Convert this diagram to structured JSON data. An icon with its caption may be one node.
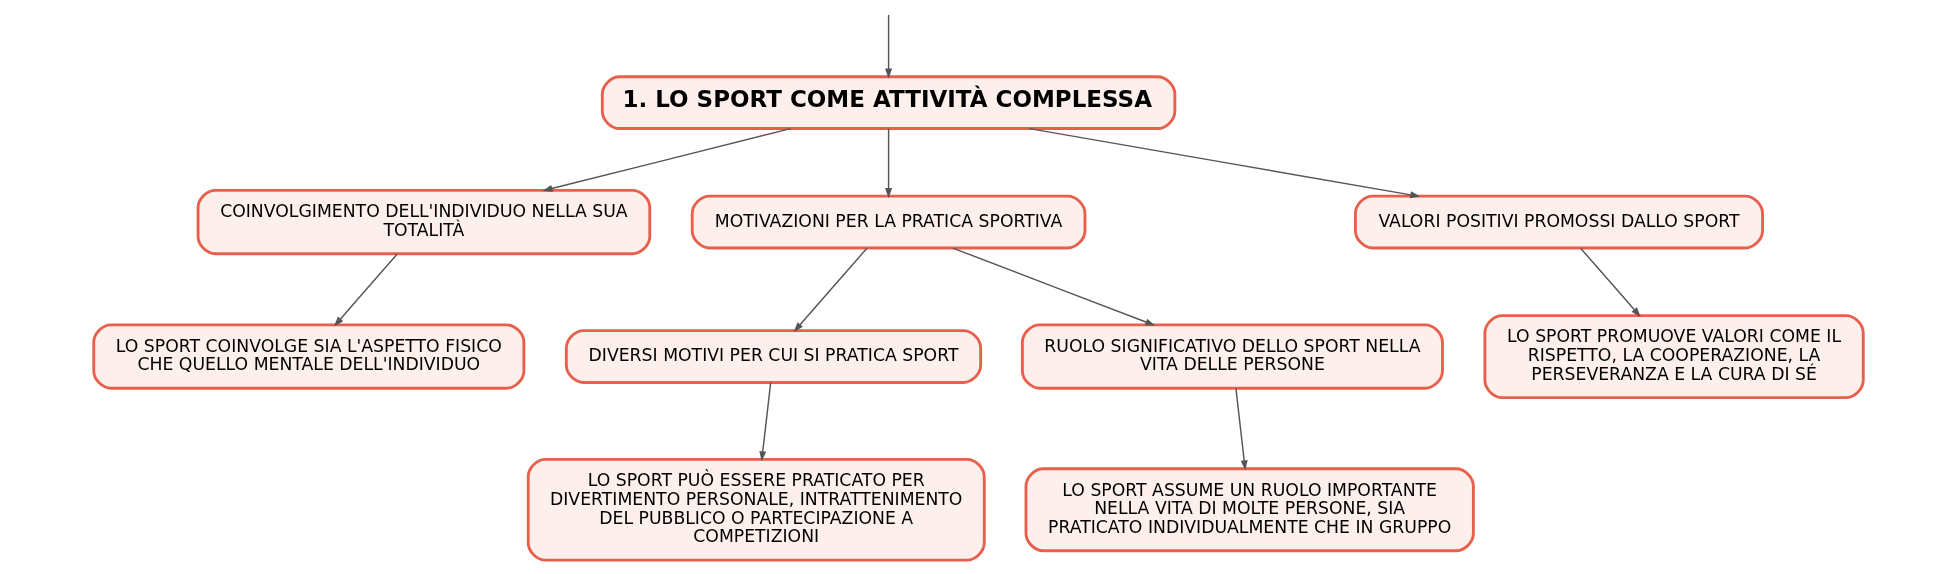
{
  "diagram": {
    "nodes": [
      {
        "text": [
          "1. LO SPORT COME ATTIVITÀ COMPLESSA"
        ]
      },
      {
        "text": [
          "COINVOLGIMENTO DELL'INDIVIDUO NELLA SUA TOTALITÀ"
        ]
      },
      {
        "text": [
          "LO SPORT COINVOLGE SIA L'ASPETTO FISICO CHE QUELLO MENTALE DELL'INDIVIDUO"
        ]
      },
      {
        "text": [
          "MOTIVAZIONI PER LA PRATICA SPORTIVA"
        ]
      },
      {
        "text": [
          "DIVERSI MOTIVI PER CUI SI PRATICA SPORT"
        ]
      },
      {
        "text": [
          "LO SPORT PUÒ ESSERE PRATICATO PER DIVERTIMENTO PERSONALE, INTRATTENIMENTO DEL PUBBLICO O PARTECIPAZIONE A COMPETIZIONI"
        ]
      },
      {
        "text": [
          "RUOLO SIGNIFICATIVO DELLO SPORT NELLA VITA DELLE PERSONE"
        ]
      },
      {
        "text": [
          "LO SPORT ASSUME UN RUOLO IMPORTANTE NELLA VITA DI MOLTE PERSONE, SIA PRATICATO INDIVIDUALMENTE CHE IN GRUPPO"
        ]
      },
      {
        "text": [
          "VALORI POSITIVI PROMOSSI DALLO SPORT"
        ]
      },
      {
        "text": [
          "LO SPORT PROMUOVE VALORI COME IL RISPETTO, LA COOPERAZIONE, LA PERSEVERANZA E LA CURA DI SÉ"
        ]
      }
    ],
    "edges": [
      {
        "from": null,
        "to": 0,
        "arrow": "to"
      },
      {
        "from": 0,
        "to": 1,
        "arrow": "to"
      },
      {
        "from": 0,
        "to": 3,
        "arrow": "to"
      },
      {
        "from": 0,
        "to": 8,
        "arrow": "to"
      },
      {
        "from": 1,
        "to": 2,
        "arrow": "to"
      },
      {
        "from": 3,
        "to": 4,
        "arrow": "to"
      },
      {
        "from": 3,
        "to": 6,
        "arrow": "to"
      },
      {
        "from": 4,
        "to": 5,
        "arrow": "to"
      },
      {
        "from": 6,
        "to": 7,
        "arrow": "to"
      },
      {
        "from": 8,
        "to": 9,
        "arrow": "to"
      }
    ]
  }
}
